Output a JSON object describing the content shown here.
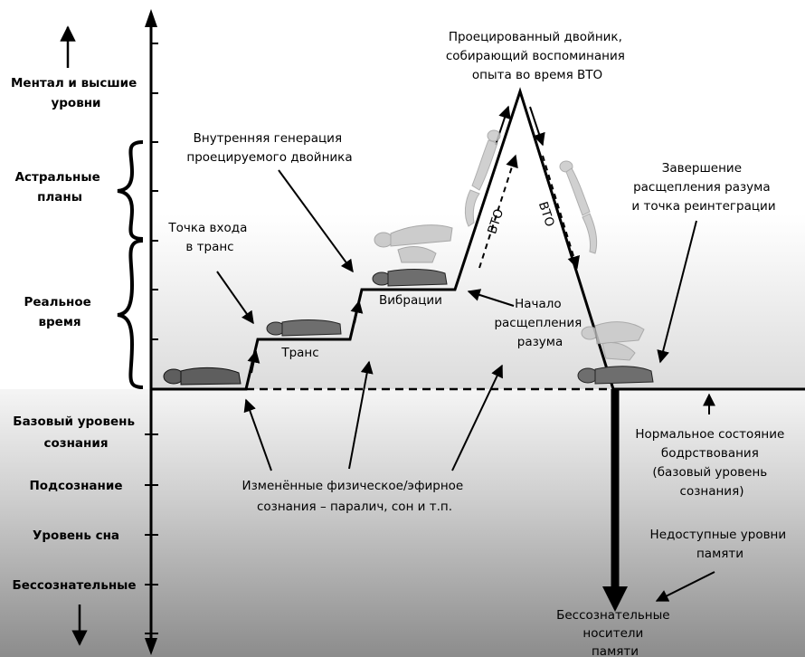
{
  "levels": {
    "mental": [
      "Ментал и высшие",
      "уровни"
    ],
    "astral": [
      "Астральные",
      "планы"
    ],
    "real": [
      "Реальное",
      "время"
    ],
    "base": [
      "Базовый уровень",
      "сознания"
    ],
    "subconscious": "Подсознание",
    "sleep": "Уровень сна",
    "unconscious": "Бессознательные"
  },
  "labels": {
    "projected": [
      "Проецированный двойник,",
      "собирающий воспоминания",
      "опыта во время ВТО"
    ],
    "internal": [
      "Внутренняя генерация",
      "проецируемого двойника"
    ],
    "entry": [
      "Точка входа",
      "в транс"
    ],
    "trance": "Транс",
    "vibrations": "Вибрации",
    "split_start": [
      "Начало",
      "расщепления",
      "разума"
    ],
    "completion": [
      "Завершение",
      "расщепления разума",
      "и точка реинтеграции"
    ],
    "obe_up": "ВТО",
    "obe_down": "ВТО",
    "altered": [
      "Изменённые физическое/эфирное",
      "сознания – паралич, сон и т.п."
    ],
    "normal": [
      "Нормальное состояние",
      "бодрствования",
      "(базовый уровень",
      "сознания)"
    ],
    "inaccessible": [
      "Недоступные уровни",
      "памяти"
    ],
    "unconscious_carriers": [
      "Бессознательные",
      "носители",
      "памяти"
    ]
  },
  "colors": {
    "background_top": "#ffffff",
    "gradient_bottom": "#8c8c8c",
    "ink": "#000000",
    "ghost": "#b5b5b5"
  }
}
